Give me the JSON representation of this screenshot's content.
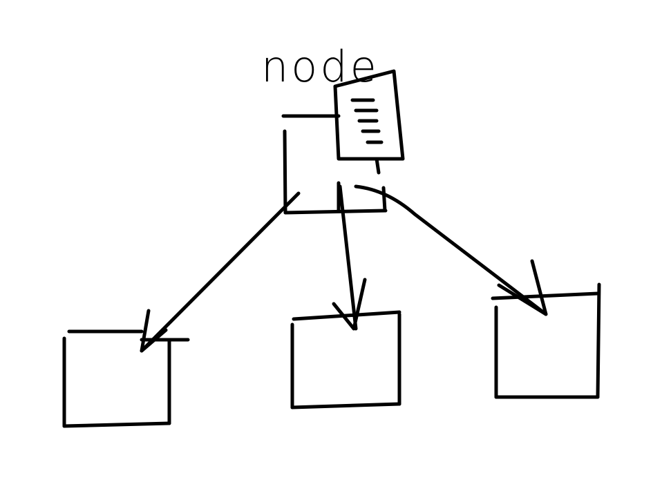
{
  "diagram": {
    "title_label": "node",
    "stroke_color": "#000000",
    "background_color": "#ffffff",
    "nodes": [
      {
        "id": "parent",
        "has_document": true
      },
      {
        "id": "child-left"
      },
      {
        "id": "child-middle"
      },
      {
        "id": "child-right"
      }
    ],
    "edges": [
      {
        "from": "parent",
        "to": "child-left"
      },
      {
        "from": "parent",
        "to": "child-middle"
      },
      {
        "from": "parent",
        "to": "child-right"
      }
    ]
  }
}
